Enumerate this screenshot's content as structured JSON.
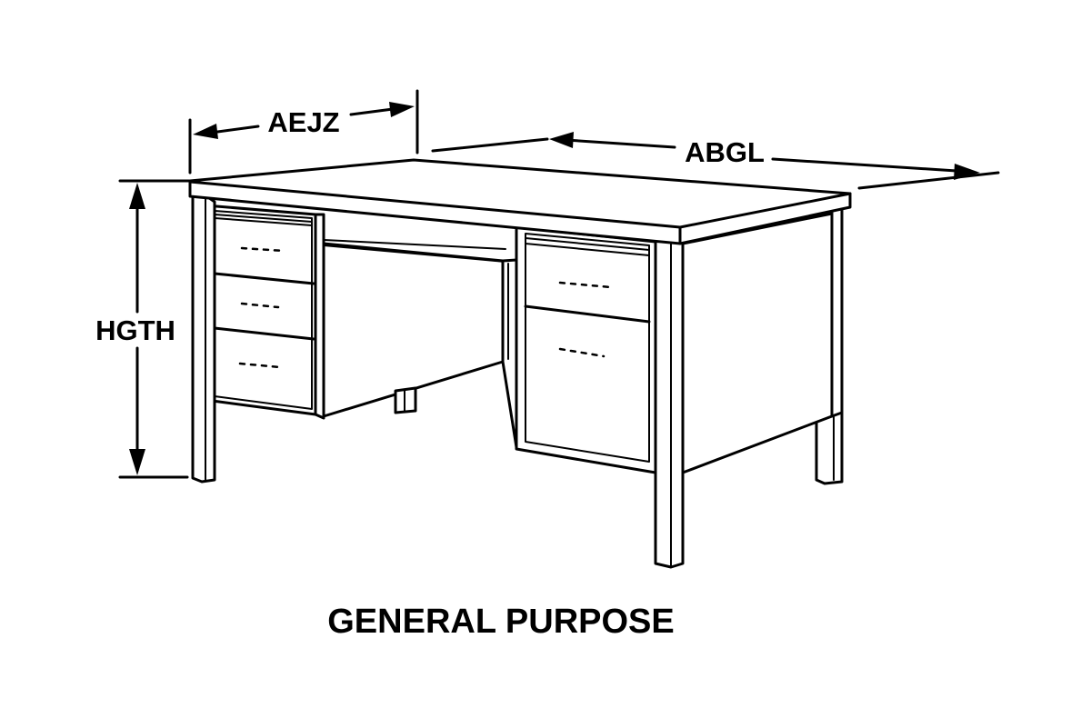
{
  "labels": {
    "depth": "AEJZ",
    "length": "ABGL",
    "height": "HGTH"
  },
  "caption": "GENERAL PURPOSE",
  "colors": {
    "ink": "#000000",
    "paper": "#ffffff"
  }
}
